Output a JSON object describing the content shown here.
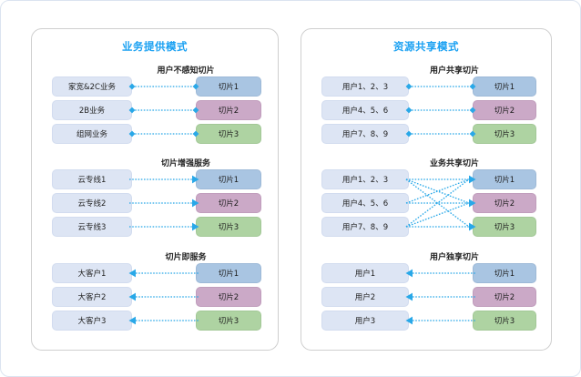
{
  "diagram": {
    "accent_color": "#1ba1f2",
    "connector_color": "#29a8e8",
    "left_item_color": "#dde5f4",
    "slice_colors": [
      "#a9c5e2",
      "#cba9c7",
      "#aed3a2"
    ]
  },
  "panels": [
    {
      "id": "service-provision-mode",
      "title": "业务提供模式",
      "groups": [
        {
          "id": "user-unaware-slice",
          "header": "用户不感知切片",
          "connector": "diamond",
          "rows": [
            {
              "left": "家宽&2C业务",
              "right": "切片1"
            },
            {
              "left": "2B业务",
              "right": "切片2"
            },
            {
              "left": "组网业务",
              "right": "切片3"
            }
          ]
        },
        {
          "id": "slice-enhanced-service",
          "header": "切片增强服务",
          "connector": "arrow-right",
          "rows": [
            {
              "left": "云专线1",
              "right": "切片1"
            },
            {
              "left": "云专线2",
              "right": "切片2"
            },
            {
              "left": "云专线3",
              "right": "切片3"
            }
          ]
        },
        {
          "id": "slice-as-a-service",
          "header": "切片即服务",
          "connector": "arrow-left",
          "rows": [
            {
              "left": "大客户1",
              "right": "切片1"
            },
            {
              "left": "大客户2",
              "right": "切片2"
            },
            {
              "left": "大客户3",
              "right": "切片3"
            }
          ]
        }
      ]
    },
    {
      "id": "resource-sharing-mode",
      "title": "资源共享模式",
      "groups": [
        {
          "id": "user-shared-slice",
          "header": "用户共享切片",
          "connector": "diamond",
          "rows": [
            {
              "left": "用户1、2、3",
              "right": "切片1"
            },
            {
              "left": "用户4、5、6",
              "right": "切片2"
            },
            {
              "left": "用户7、8、9",
              "right": "切片3"
            }
          ]
        },
        {
          "id": "service-shared-slice",
          "header": "业务共享切片",
          "connector": "mesh",
          "mesh_links": [
            [
              0,
              0
            ],
            [
              0,
              1
            ],
            [
              0,
              2
            ],
            [
              1,
              0
            ],
            [
              1,
              1
            ],
            [
              2,
              0
            ],
            [
              2,
              1
            ],
            [
              2,
              2
            ]
          ],
          "rows": [
            {
              "left": "用户1、2、3",
              "right": "切片1"
            },
            {
              "left": "用户4、5、6",
              "right": "切片2"
            },
            {
              "left": "用户7、8、9",
              "right": "切片3"
            }
          ]
        },
        {
          "id": "user-dedicated-slice",
          "header": "用户独享切片",
          "connector": "arrow-left",
          "rows": [
            {
              "left": "用户1",
              "right": "切片1"
            },
            {
              "left": "用户2",
              "right": "切片2"
            },
            {
              "left": "用户3",
              "right": "切片3"
            }
          ]
        }
      ]
    }
  ]
}
